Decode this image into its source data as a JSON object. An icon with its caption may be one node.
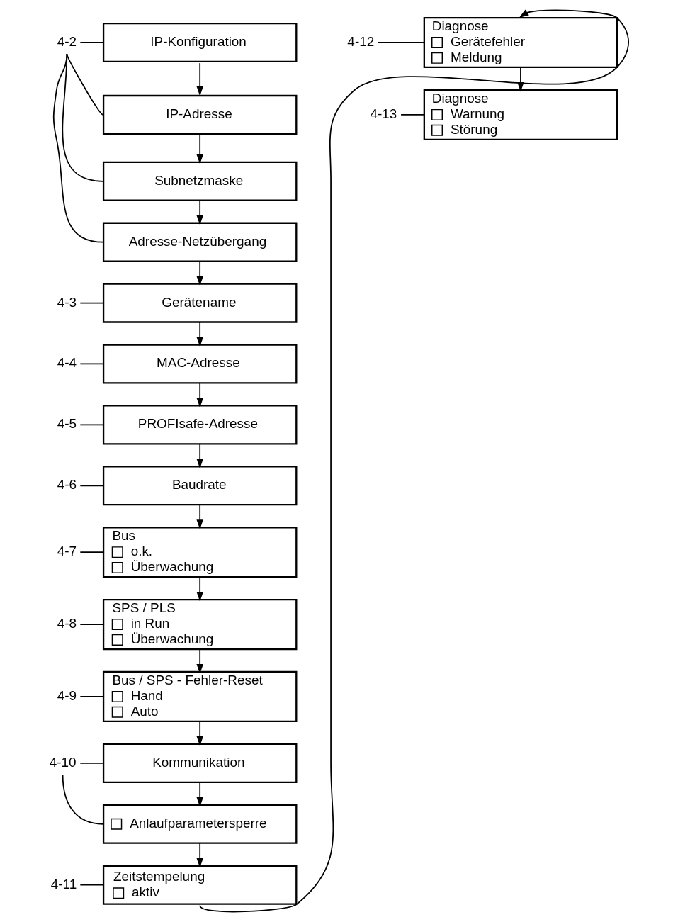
{
  "diagram": {
    "nodes": [
      {
        "text": [
          "IP-Konfiguration"
        ]
      },
      {
        "text": [
          "IP-Adresse"
        ]
      },
      {
        "text": [
          "Subnetzmaske"
        ]
      },
      {
        "text": [
          "Adresse-Netzübergang"
        ]
      },
      {
        "text": [
          "Gerätename"
        ]
      },
      {
        "text": [
          "MAC-Adresse"
        ]
      },
      {
        "text": [
          "PROFIsafe-Adresse"
        ]
      },
      {
        "text": [
          "Baudrate"
        ]
      },
      {
        "text": [
          "Bus",
          "o.k.",
          "Überwachung"
        ]
      },
      {
        "text": [
          "SPS / PLS",
          "in Run",
          "Überwachung"
        ]
      },
      {
        "text": [
          "Bus / SPS - Fehler-Reset",
          "Hand",
          "Auto"
        ]
      },
      {
        "text": [
          "Kommunikation"
        ]
      },
      {
        "text": [
          "Anlaufparametersperre"
        ]
      },
      {
        "text": [
          "Zeitstempelung",
          "aktiv"
        ]
      },
      {
        "text": [
          "Diagnose",
          "Gerätefehler",
          "Meldung"
        ]
      },
      {
        "text": [
          "Diagnose",
          "Warnung",
          "Störung"
        ]
      },
      {
        "text": [
          "4-2"
        ]
      },
      {
        "text": [
          "4-3"
        ]
      },
      {
        "text": [
          "4-4"
        ]
      },
      {
        "text": [
          "4-5"
        ]
      },
      {
        "text": [
          "4-6"
        ]
      },
      {
        "text": [
          "4-7"
        ]
      },
      {
        "text": [
          "4-8"
        ]
      },
      {
        "text": [
          "4-9"
        ]
      },
      {
        "text": [
          "4-10"
        ]
      },
      {
        "text": [
          "4-11"
        ]
      },
      {
        "text": [
          "4-12"
        ]
      },
      {
        "text": [
          "4-13"
        ]
      }
    ],
    "edges": [
      {
        "from": 0,
        "to": 1,
        "arrow": "to"
      },
      {
        "from": 1,
        "to": 2,
        "arrow": "to"
      },
      {
        "from": 2,
        "to": 3,
        "arrow": "to"
      },
      {
        "from": 3,
        "to": 4,
        "arrow": "to"
      },
      {
        "from": 4,
        "to": 5,
        "arrow": "to"
      },
      {
        "from": 5,
        "to": 6,
        "arrow": "to"
      },
      {
        "from": 6,
        "to": 7,
        "arrow": "to"
      },
      {
        "from": 7,
        "to": 8,
        "arrow": "to"
      },
      {
        "from": 8,
        "to": 9,
        "arrow": "to"
      },
      {
        "from": 9,
        "to": 10,
        "arrow": "to"
      },
      {
        "from": 10,
        "to": 11,
        "arrow": "to"
      },
      {
        "from": 11,
        "to": 12,
        "arrow": "to"
      },
      {
        "from": 12,
        "to": 13,
        "arrow": "to"
      },
      {
        "from": 13,
        "to": 14,
        "arrow": "to"
      },
      {
        "from": 14,
        "to": 15,
        "arrow": "to"
      },
      {
        "from": 16,
        "to": 0,
        "arrow": "none"
      },
      {
        "from": 16,
        "to": 1,
        "arrow": "none"
      },
      {
        "from": 16,
        "to": 2,
        "arrow": "none"
      },
      {
        "from": 16,
        "to": 3,
        "arrow": "none"
      },
      {
        "from": 17,
        "to": 4,
        "arrow": "none"
      },
      {
        "from": 18,
        "to": 5,
        "arrow": "none"
      },
      {
        "from": 19,
        "to": 6,
        "arrow": "none"
      },
      {
        "from": 20,
        "to": 7,
        "arrow": "none"
      },
      {
        "from": 21,
        "to": 8,
        "arrow": "none"
      },
      {
        "from": 22,
        "to": 9,
        "arrow": "none"
      },
      {
        "from": 23,
        "to": 10,
        "arrow": "none"
      },
      {
        "from": 24,
        "to": 11,
        "arrow": "none"
      },
      {
        "from": 24,
        "to": 12,
        "arrow": "none"
      },
      {
        "from": 25,
        "to": 13,
        "arrow": "none"
      },
      {
        "from": 26,
        "to": 14,
        "arrow": "none"
      },
      {
        "from": 27,
        "to": 15,
        "arrow": "none"
      }
    ]
  }
}
